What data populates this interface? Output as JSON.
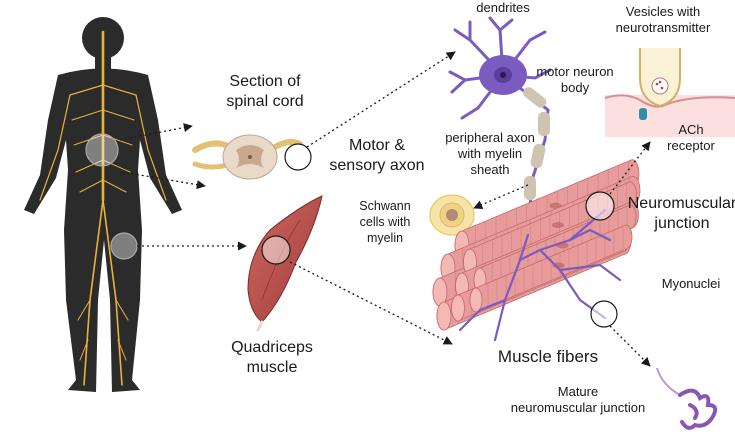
{
  "labels": {
    "section_line1": "Section of",
    "section_line2": "spinal cord",
    "dendrites": "dendrites",
    "motor_body_line1": "motor neuron",
    "motor_body_line2": "body",
    "motor_sensory_line1": "Motor &",
    "motor_sensory_line2": "sensory axon",
    "peripheral_line1": "peripheral axon",
    "peripheral_line2": "with myelin",
    "peripheral_line3": "sheath",
    "schwann_line1": "Schwann",
    "schwann_line2": "cells with",
    "schwann_line3": "myelin",
    "vesicles_line1": "Vesicles with",
    "vesicles_line2": "neurotransmitter",
    "ach_line1": "ACh",
    "ach_line2": "receptor",
    "nmj_line1": "Neuromuscular",
    "nmj_line2": "junction",
    "myonuclei": "Myonuclei",
    "quad_line1": "Quadriceps",
    "quad_line2": "muscle",
    "muscle_fibers": "Muscle fibers",
    "mature_line1": "Mature",
    "mature_line2": "neuromuscular junction"
  },
  "colors": {
    "body": "#2b2b2b",
    "nerve": "#e8b33c",
    "neuron": "#7a5cc0",
    "muscle": "#e79b9b",
    "muscle_dark": "#c46a6a",
    "myelin": "#cfc4b2",
    "quadriceps": "#b74d4d",
    "synapse_bg": "#fbe0df",
    "receptor": "#2f8fa5"
  }
}
